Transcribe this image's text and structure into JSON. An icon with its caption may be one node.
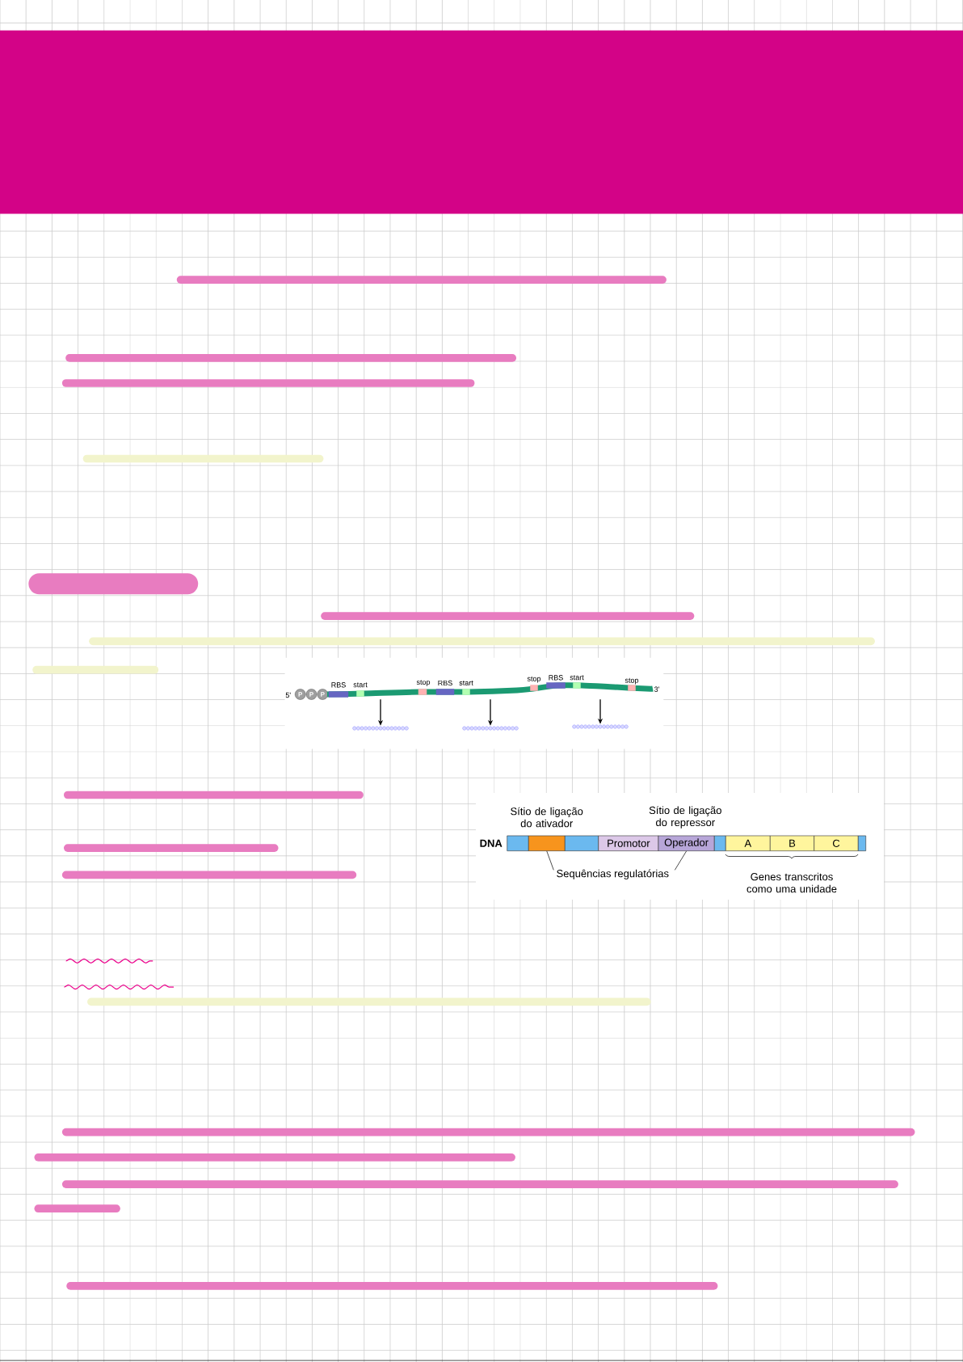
{
  "diagram": {
    "nodes": [
      {
        "text": [
          "P"
        ]
      },
      {
        "text": [
          "P"
        ]
      },
      {
        "text": [
          "P"
        ]
      },
      {
        "text": [],
        "shape": "bar"
      },
      {
        "text": [],
        "shape": "picture"
      },
      {
        "text": [],
        "shape": "picture"
      },
      {
        "text": [],
        "shape": "picture"
      },
      {
        "text": [],
        "shape": "box"
      },
      {
        "text": [],
        "shape": "box"
      },
      {
        "text": [],
        "shape": "box"
      },
      {
        "text": [
          "Promotor"
        ]
      },
      {
        "text": [
          "Operador"
        ]
      },
      {
        "text": [],
        "shape": "box"
      },
      {
        "text": [
          "A"
        ]
      },
      {
        "text": [
          "B"
        ]
      },
      {
        "text": [
          "C"
        ]
      },
      {
        "text": [],
        "shape": "box"
      },
      {
        "text": [
          "Sequências regulatórias"
        ]
      }
    ],
    "edges": [
      {
        "from": 3,
        "to": 4,
        "arrow": "to"
      },
      {
        "from": 3,
        "to": 5,
        "arrow": "to"
      },
      {
        "from": 3,
        "to": 6,
        "arrow": "to"
      },
      {
        "from": 17,
        "to": 8,
        "arrow": "none"
      },
      {
        "from": 17,
        "to": 11,
        "arrow": "none"
      }
    ],
    "labels": [
      "5'",
      "RBS",
      "start",
      "stop",
      "RBS",
      "start",
      "stop",
      "RBS",
      "start",
      "stop",
      "3'",
      "Sítio de ligação do ativador",
      "Sítio de ligação do repressor",
      "DNA",
      "Genes transcritos como uma unidade"
    ]
  }
}
